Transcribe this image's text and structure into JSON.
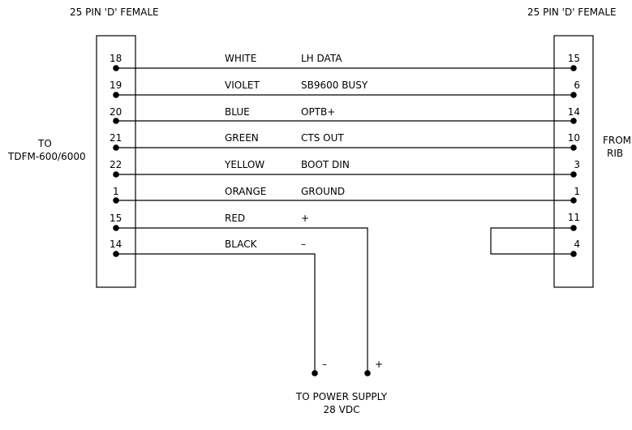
{
  "connectors": {
    "left_title": "25 PIN 'D' FEMALE",
    "right_title": "25 PIN 'D' FEMALE"
  },
  "side_labels": {
    "left_line1": "TO",
    "left_line2": "TDFM-600/6000",
    "right_line1": "FROM",
    "right_line2": "RIB"
  },
  "wires": [
    {
      "left_pin": "18",
      "color": "WHITE",
      "signal": "LH DATA",
      "right_pin": "15"
    },
    {
      "left_pin": "19",
      "color": "VIOLET",
      "signal": "SB9600 BUSY",
      "right_pin": "6"
    },
    {
      "left_pin": "20",
      "color": "BLUE",
      "signal": "OPTB+",
      "right_pin": "14"
    },
    {
      "left_pin": "21",
      "color": "GREEN",
      "signal": "CTS OUT",
      "right_pin": "10"
    },
    {
      "left_pin": "22",
      "color": "YELLOW",
      "signal": "BOOT DIN",
      "right_pin": "3"
    },
    {
      "left_pin": "1",
      "color": "ORANGE",
      "signal": "GROUND",
      "right_pin": "1"
    }
  ],
  "power_wires": [
    {
      "left_pin": "15",
      "color": "RED",
      "signal": "+"
    },
    {
      "left_pin": "14",
      "color": "BLACK",
      "signal": "–"
    }
  ],
  "jumper_pins": [
    "11",
    "4"
  ],
  "power_supply": {
    "minus_label": "–",
    "plus_label": "+",
    "line1": "TO POWER SUPPLY",
    "line2": "28 VDC"
  }
}
